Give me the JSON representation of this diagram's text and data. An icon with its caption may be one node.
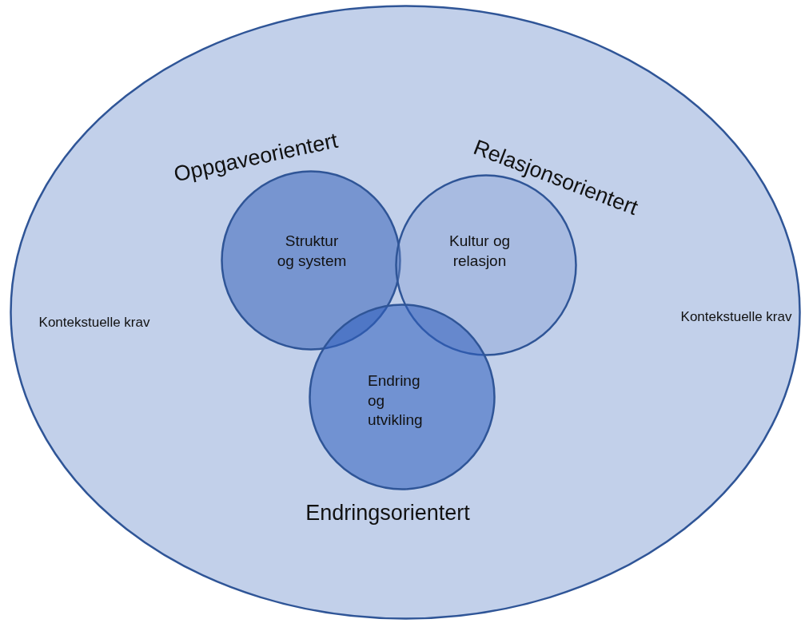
{
  "diagram": {
    "nodes": [
      {
        "text": [
          "Kontekstuelle krav",
          "Kontekstuelle krav"
        ]
      },
      {
        "text": [
          "Oppgaveorientert",
          "Struktur og system"
        ],
        "in": 0
      },
      {
        "text": [
          "Relasjonsorientert",
          "Kultur og relasjon"
        ],
        "in": 0
      },
      {
        "text": [
          "Endring og utvikling",
          "Endringsorientert"
        ],
        "in": 0
      }
    ]
  }
}
